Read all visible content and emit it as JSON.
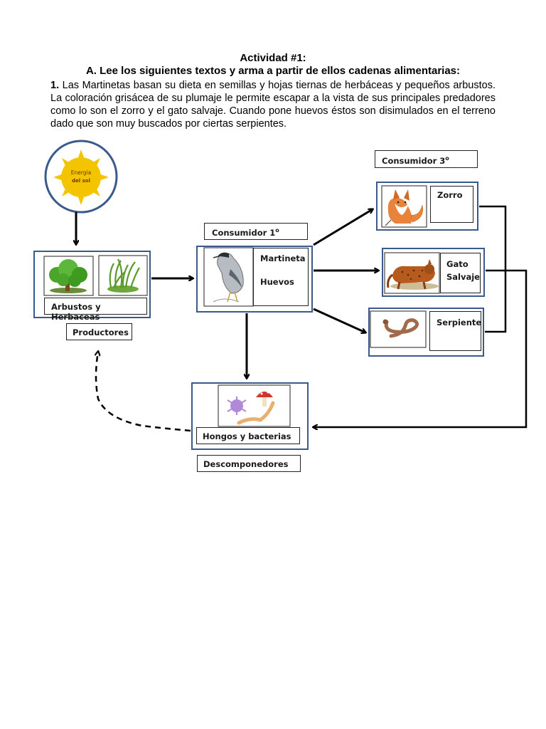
{
  "title": "Actividad #1:",
  "subtitle": "A. Lee los siguientes textos y arma a partir de ellos cadenas alimentarias:",
  "paragraph": {
    "number": "1.",
    "text": "Las Martinetas basan su dieta en semillas y hojas tiernas de herbáceas y pequeños arbustos. La coloración grisácea de su plumaje le permite escapar a la vista de sus principales predadores como lo son el zorro y el gato salvaje. Cuando pone huevos éstos son disimulados en el terreno dado que son muy buscados por ciertas serpientes."
  },
  "sun": {
    "line1": "Energía",
    "line2": "del sol"
  },
  "labels": {
    "consumidor1": "Consumidor 1",
    "consumidor1_sup": "o",
    "consumidor3": "Consumidor 3",
    "consumidor3_sup": "o",
    "productores": "Productores",
    "descomponedores": "Descomponedores",
    "arbustos": "Arbustos y Herbaceas",
    "martineta": "Martineta",
    "huevos": "Huevos",
    "zorro": "Zorro",
    "gato_line1": "Gato",
    "gato_line2": "Salvaje",
    "serpiente": "Serpiente",
    "hongos": "Hongos y bacterias"
  },
  "colors": {
    "box_border": "#3a5a8c",
    "sun_ring": "#3a5a8c",
    "sun_fill": "#f5c400",
    "arrow": "#000000"
  }
}
